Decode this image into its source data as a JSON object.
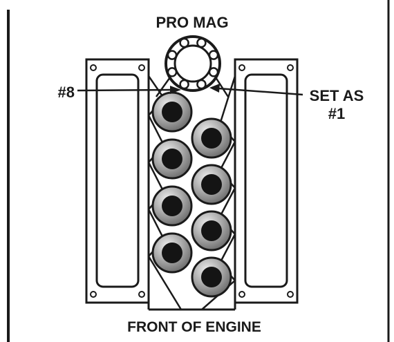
{
  "labels": {
    "title": "PRO MAG",
    "cyl8": "#8",
    "set_as_line1": "SET AS",
    "set_as_line2": "#1",
    "footer": "FRONT OF ENGINE"
  },
  "colors": {
    "ink": "#1a1a1a",
    "paper": "#ffffff",
    "cylinder_light": "#ececec",
    "cylinder_mid": "#a9a9a9",
    "cylinder_dark": "#6e6e6e",
    "bore": "#141414"
  },
  "cylinders": {
    "left_bank": 4,
    "right_bank": 4
  },
  "distributor": {
    "terminals": 8
  }
}
